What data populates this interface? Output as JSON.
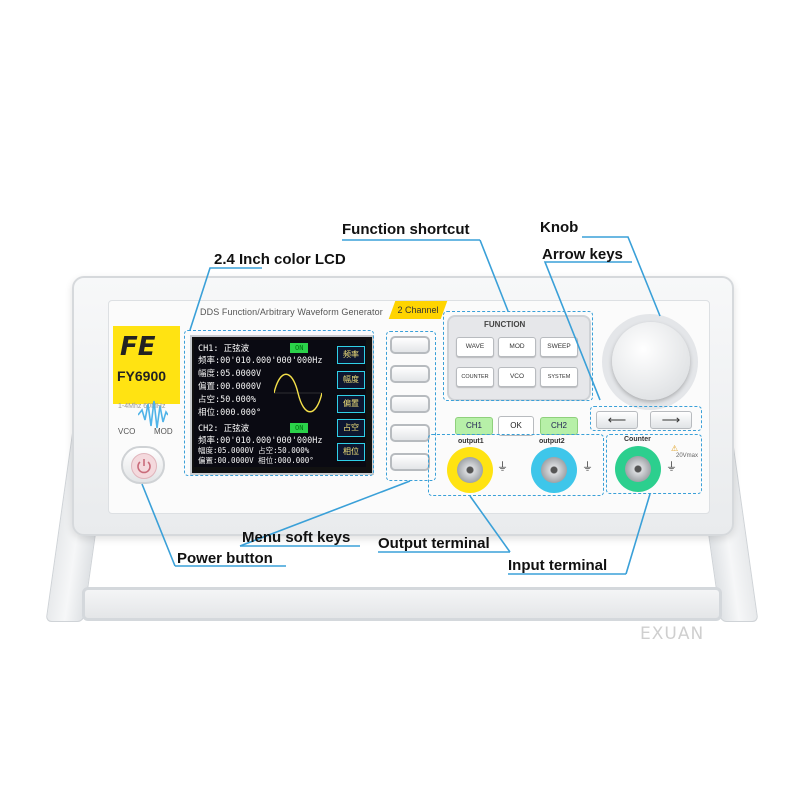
{
  "device": {
    "brand": "FE",
    "model": "FY6900",
    "panel_title": "DDS Function/Arbitrary Waveform Generator",
    "channel_tab": "2 Channel",
    "vco_label": "VCO",
    "mod_label": "MOD",
    "freq_tag": "1-4Mhz     60MHz"
  },
  "lcd": {
    "ch1": {
      "header": "CH1: 正弦波",
      "status": "ON",
      "rows": [
        "频率:00'010.000'000'000Hz",
        "幅度:05.0000V",
        "偏置:00.0000V",
        "占空:50.000%",
        "相位:000.000°"
      ]
    },
    "ch2": {
      "header": "CH2: 正弦波",
      "status": "ON",
      "rows": [
        "频率:00'010.000'000'000Hz",
        "幅度:05.0000V 占空:50.000%",
        "偏置:00.0000V 相位:000.000°"
      ]
    },
    "soft_tabs": [
      "频率",
      "幅度",
      "偏置",
      "占空",
      "相位"
    ]
  },
  "function_panel": {
    "header": "FUNCTION",
    "keys": [
      "WAVE",
      "MOD",
      "SWEEP",
      "COUNTER",
      "VCO",
      "SYSTEM"
    ],
    "ch1": "CH1",
    "ok": "OK",
    "ch2": "CH2"
  },
  "arrows": {
    "left": "⟵",
    "right": "⟶"
  },
  "ports": {
    "output1": "output1",
    "output2": "output2",
    "counter": "Counter",
    "counter_warn": "20Vmax"
  },
  "annotations": {
    "lcd": "2.4 Inch color LCD",
    "function_shortcut": "Function shortcut",
    "knob": "Knob",
    "arrow_keys": "Arrow keys",
    "menu_soft_keys": "Menu soft keys",
    "power_button": "Power button",
    "output_terminal": "Output terminal",
    "input_terminal": "Input terminal"
  },
  "watermark": "EXUAN",
  "colors": {
    "accent": "#3aa0d8",
    "logo_yellow": "#ffe312",
    "channel_tab_yellow": "#ffd400",
    "ch_key_green": "#b7f0a8",
    "on_green": "#2bd24a"
  }
}
